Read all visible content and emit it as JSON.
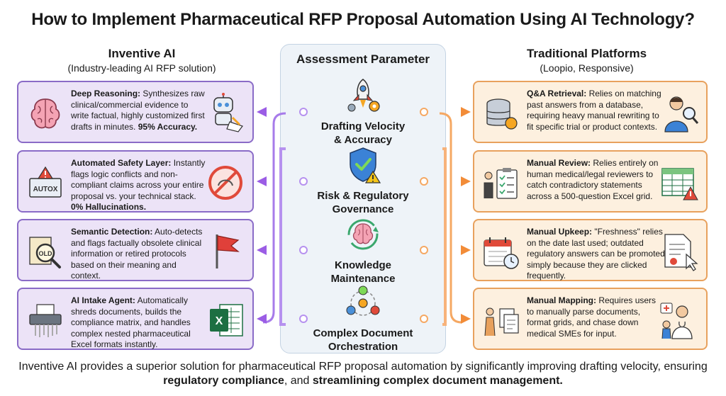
{
  "title": "How to Implement Pharmaceutical RFP Proposal Automation Using AI Technology?",
  "left": {
    "heading": "Inventive AI",
    "subheading": "(Industry-leading AI RFP solution)",
    "cards": [
      {
        "bold": "Deep Reasoning:",
        "text": " Synthesizes raw clinical/commercial evidence to write factual, highly customized first drafts in minutes. ",
        "tail": "95% Accuracy."
      },
      {
        "bold": "Automated Safety Layer:",
        "text": " Instantly flags logic conflicts and non-compliant claims across your entire proposal vs. your technical stack. ",
        "tail": "0% Hallucinations."
      },
      {
        "bold": "Semantic Detection:",
        "text": " Auto-detects and flags factually obsolete clinical information or retired protocols based on their meaning and context.",
        "tail": ""
      },
      {
        "bold": "AI Intake Agent:",
        "text": " Automatically shreds documents, builds the compliance matrix, and handles complex nested pharmaceutical Excel formats instantly.",
        "tail": ""
      }
    ]
  },
  "center": {
    "heading": "Assessment Parameter",
    "params": [
      {
        "line1": "Drafting Velocity",
        "line2": "& Accuracy"
      },
      {
        "line1": "Risk & Regulatory",
        "line2": "Governance"
      },
      {
        "line1": "Knowledge",
        "line2": "Maintenance"
      },
      {
        "line1": "Complex Document",
        "line2": "Orchestration"
      }
    ]
  },
  "right": {
    "heading": "Traditional Platforms",
    "subheading": "(Loopio, Responsive)",
    "cards": [
      {
        "bold": "Q&A Retrieval:",
        "text": " Relies on matching past answers from a database, requiring heavy manual rewriting to fit specific trial or product contexts."
      },
      {
        "bold": "Manual Review:",
        "text": " Relies entirely on human medical/legal reviewers to catch contradictory statements across a 500-question Excel grid."
      },
      {
        "bold": "Manual Upkeep:",
        "text": " \"Freshness\" relies on the date last used; outdated regulatory answers can be promoted simply because they are clicked frequently."
      },
      {
        "bold": "Manual Mapping:",
        "text": " Requires users to manually parse documents, format grids, and chase down medical SMEs for input."
      }
    ]
  },
  "icons": {
    "left": [
      "brain-icon",
      "autox-warning-icon",
      "old-magnifier-icon",
      "shredder-icon"
    ],
    "left_right": [
      "robot-writing-icon",
      "no-hallucination-icon",
      "red-flag-icon",
      "excel-icon"
    ],
    "center": [
      "rocket-gear-icon",
      "shield-check-icon",
      "brain-cycle-icon",
      "team-network-icon"
    ],
    "right": [
      "database-icon",
      "clipboard-person-icon",
      "calendar-clock-icon",
      "person-documents-icon"
    ],
    "right_right": [
      "person-magnifier-icon",
      "spreadsheet-warning-icon",
      "document-cursor-icon",
      "doctor-icon"
    ]
  },
  "footer": {
    "part1": "Inventive AI provides a superior solution for pharmaceutical RFP proposal automation by significantly improving drafting velocity, ensuring ",
    "bold1": "regulatory compliance",
    "part2": ", and ",
    "bold2": "streamlining complex document management."
  },
  "colors": {
    "purple": "#9b5de5",
    "orange": "#f28c38",
    "left_card_bg": "#ece3f7",
    "right_card_bg": "#fdf0df",
    "panel_bg": "#eef3f8"
  }
}
